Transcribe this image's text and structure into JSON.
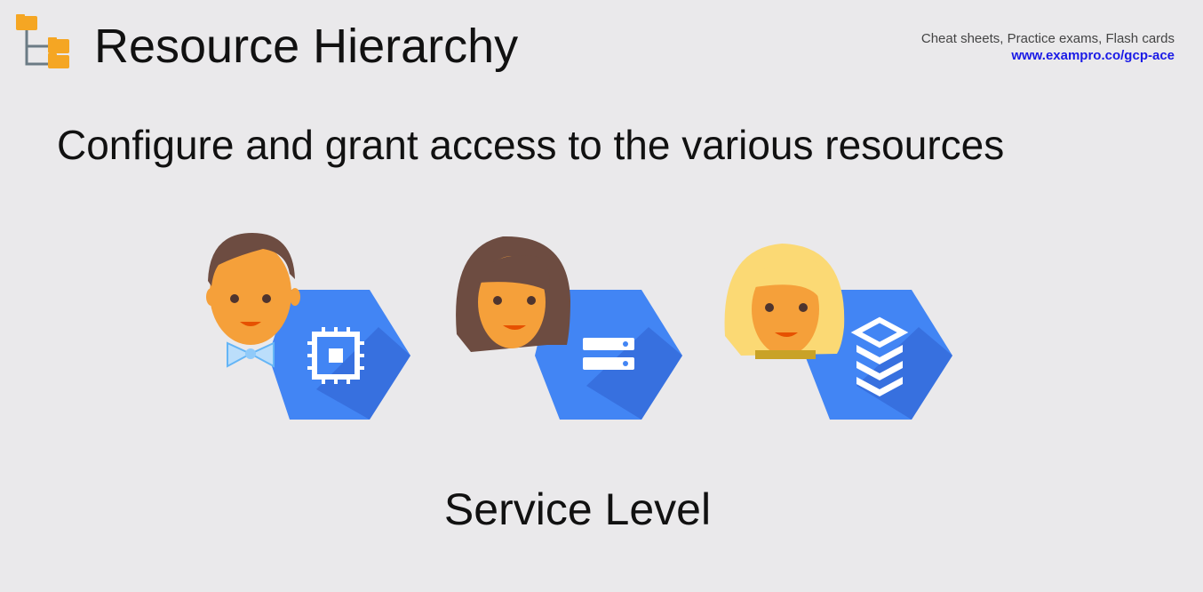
{
  "header": {
    "title": "Resource Hierarchy",
    "icon": "folder-tree-icon"
  },
  "promo": {
    "line1": "Cheat sheets, Practice exams, Flash cards",
    "line2": "www.exampro.co/gcp-ace"
  },
  "subtitle": "Configure and grant access to the various resources",
  "personas": [
    {
      "name": "man-with-bowtie",
      "service_icon": "compute-chip-icon"
    },
    {
      "name": "woman-brown-hair",
      "service_icon": "storage-server-icon"
    },
    {
      "name": "woman-blonde-hair",
      "service_icon": "stacked-layers-icon"
    }
  ],
  "caption": "Service Level",
  "colors": {
    "background": "#eae9eb",
    "hex_blue": "#4285f4",
    "hex_shadow": "#3367d6",
    "skin": "#f5a03a",
    "folder": "#f5a623"
  }
}
